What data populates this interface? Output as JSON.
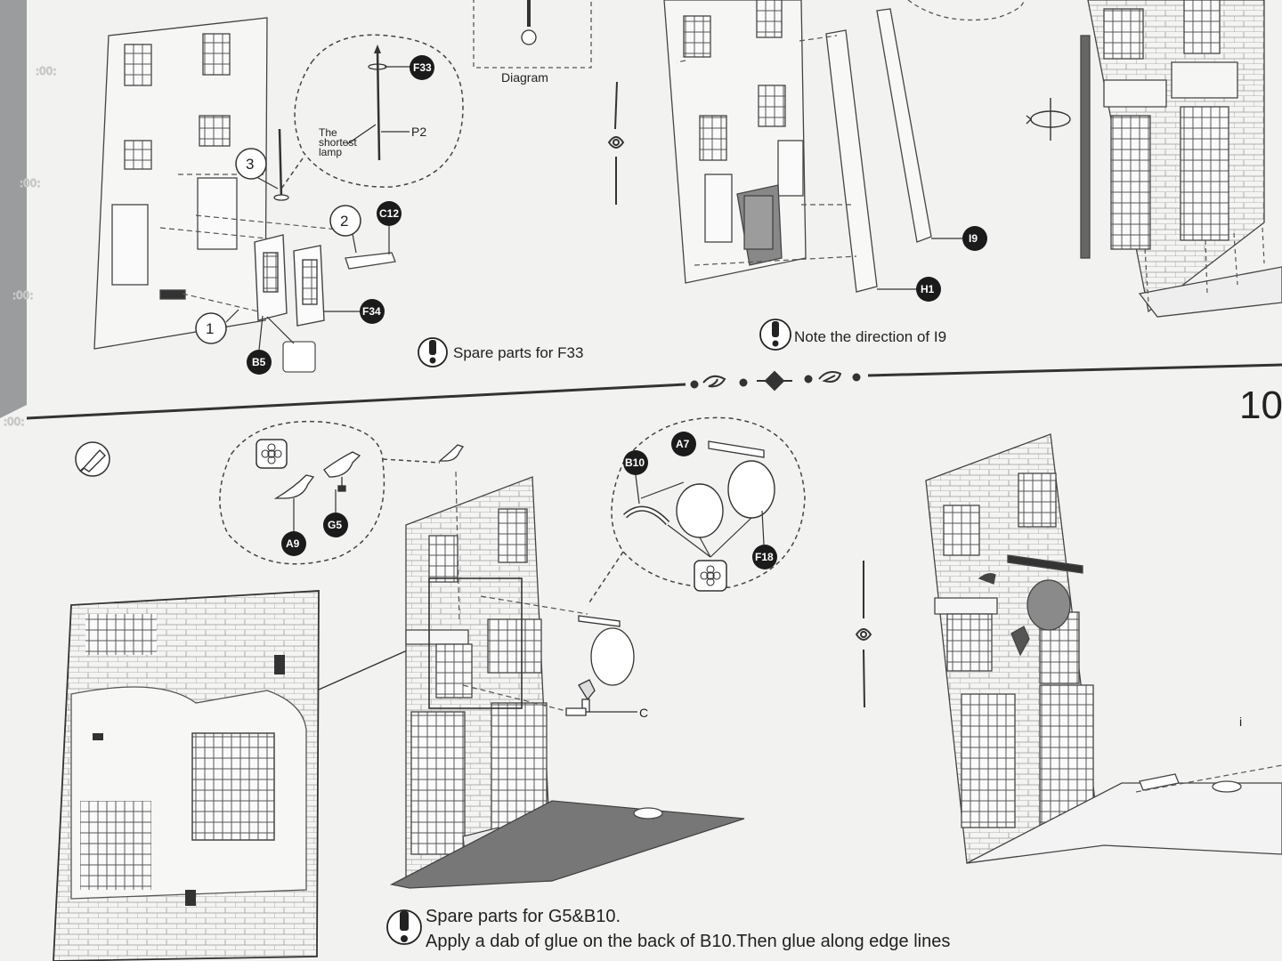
{
  "top": {
    "diagram_label": "Diagram",
    "shortest_lamp": [
      "The",
      "shortest",
      "lamp"
    ],
    "part_p2": "P2",
    "step_numbers": [
      "1",
      "2",
      "3"
    ],
    "badges": {
      "f33": "F33",
      "c12": "C12",
      "f34": "F34",
      "b5": "B5",
      "i9": "I9",
      "h1": "H1"
    },
    "spare_note": "Spare parts for F33",
    "direction_note": "Note the direction of I9"
  },
  "divider_step_number": "10",
  "bottom": {
    "badges": {
      "a9": "A9",
      "g5": "G5",
      "b10": "B10",
      "a7": "A7",
      "f18": "F18"
    },
    "lamp_label": "C",
    "side_mark": "i",
    "spare_note_line1": "Spare parts for G5&B10.",
    "spare_note_line2": "Apply a dab of glue on the back of B10.Then glue along edge lines"
  },
  "icons": [
    "flower-icon",
    "glue-pen-icon",
    "warning-icon",
    "rotate-icon",
    "bird-icon"
  ],
  "colors": {
    "paper": "#f2f2f0",
    "ink": "#2a2a2a",
    "badge": "#1b1b1b",
    "background": "#9a9c9e"
  }
}
